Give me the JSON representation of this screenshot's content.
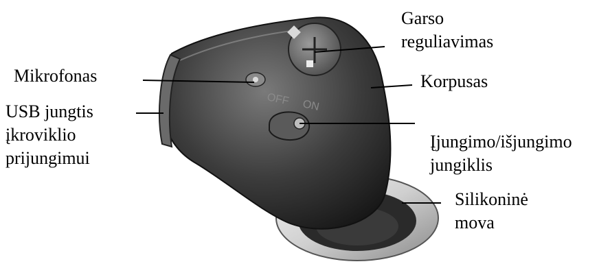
{
  "device": {
    "switch_text_off": "OFF",
    "switch_text_on": "ON"
  },
  "labels": {
    "garso_line1": "Garso",
    "garso_line2": "reguliavimas",
    "mikrofonas": "Mikrofonas",
    "korpusas": "Korpusas",
    "usb_line1": "USB jungtis",
    "usb_line2": "įkroviklio",
    "usb_line3": "prijungimui",
    "switch_line1": "Įjungimo/išjungimo",
    "switch_line2": "jungiklis",
    "sleeve_line1": "Silikoninė",
    "sleeve_line2": "mova"
  },
  "colors": {
    "body_dark": "#2b2b2b",
    "body_mid": "#5a5a5a",
    "sleeve_light": "#d9d9d9",
    "leader_line": "#000000"
  }
}
